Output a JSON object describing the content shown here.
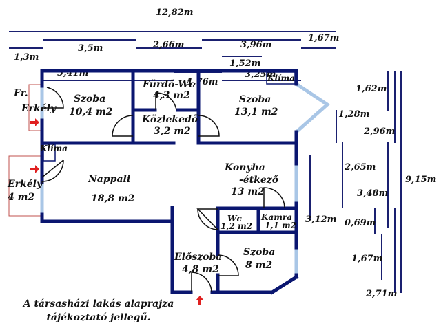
{
  "dimensions_top": {
    "total": "12,82m",
    "d1": "1,3m",
    "d2": "3,5m",
    "d3": "2,66m",
    "d4": "3,96m",
    "d5": "1,67m",
    "d6": "1,52m",
    "d7": "5,41m",
    "d8": "1,76m",
    "d9": "3,25m"
  },
  "dimensions_right": {
    "r1": "1,62m",
    "r2": "1,28m",
    "r3": "2,96m",
    "r4": "2,65m",
    "r5": "3,48m",
    "r6": "9,15m",
    "r7": "3,12m",
    "r8": "0,69m",
    "r9": "1,67m",
    "r10": "2,71m"
  },
  "rooms": {
    "fr_erkely_1": "Fr.",
    "fr_erkely_2": "Erkély",
    "szoba1_name": "Szoba",
    "szoba1_area": "10,4 m2",
    "furdo_name": "Fürdő-Wc",
    "furdo_area": "4,3 m2",
    "kozlekedo_name": "Közlekedő",
    "kozlekedo_area": "3,2 m2",
    "szoba2_name": "Szoba",
    "szoba2_area": "13,1 m2",
    "klima1": "Klíma",
    "klima2": "Klíma",
    "erkely_name": "Erkély",
    "erkely_area": "4 m2",
    "nappali_name": "Nappali",
    "nappali_area": "18,8 m2",
    "konyha_name": "Konyha",
    "konyha_name2": "-étkező",
    "konyha_area": "13 m2",
    "wc_name": "Wc",
    "wc_area": "1,2 m2",
    "kamra_name": "Kamra",
    "kamra_area": "1,1 m2",
    "eloszoba_name": "Előszoba",
    "eloszoba_area": "4,8 m2",
    "szoba3_name": "Szoba",
    "szoba3_area": "8 m2"
  },
  "caption": {
    "line1": "A társasházi lakás alaprajza",
    "line2": "tájékoztató jellegű."
  },
  "colors": {
    "wall": "#0a1670",
    "window": "#a9c6e6",
    "balcony": "#c0504d",
    "arrow": "#e02020"
  }
}
